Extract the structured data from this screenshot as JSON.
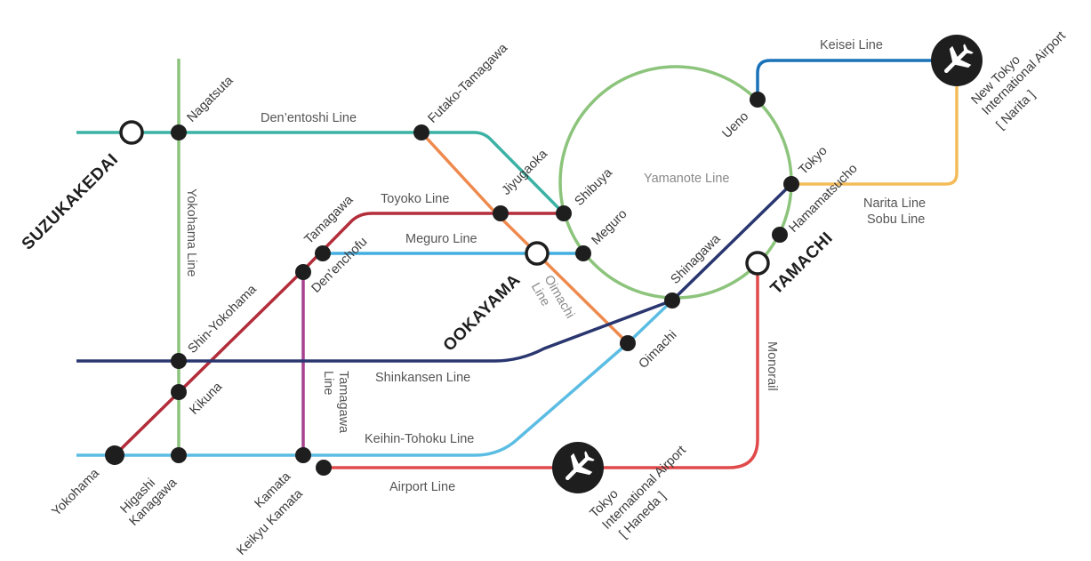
{
  "colors": {
    "denentoshi": "#3bb2a4",
    "yokohama": "#8cc47c",
    "yamanote": "#8cc47c",
    "toyoko": "#b32d3a",
    "meguro": "#45aee0",
    "oimachi": "#ef8a4e",
    "shinkansen": "#2a3670",
    "keihin": "#5bbde3",
    "tamagawa": "#a6428f",
    "airport": "#e04a4a",
    "monorail": "#e04a4a",
    "keisei": "#1a72b8",
    "narita": "#f4bb5a",
    "station": "#1e1e1e"
  },
  "lines": {
    "denentoshi": "Den’entoshi Line",
    "yokohama": "Yokohama Line",
    "toyoko": "Toyoko Line",
    "meguro": "Meguro Line",
    "oimachi": "Oimachi Line",
    "shinkansen": "Shinkansen Line",
    "keihin": "Keihin-Tohoku Line",
    "tamagawa": "Tamagawa Line",
    "airport": "Airport Line",
    "monorail": "Monorail",
    "yamanote": "Yamanote Line",
    "keisei": "Keisei Line",
    "narita": "Narita Line",
    "sobu": "Sobu Line"
  },
  "hubs": {
    "suzukakedai": "SUZUKAKEDAI",
    "ookayama": "OOKAYAMA",
    "tamachi": "TAMACHI"
  },
  "stations": {
    "nagatsuta": "Nagatsuta",
    "futako": "Futako-Tamagawa",
    "jiyugaoka": "Jiyugaoka",
    "shibuya": "Shibuya",
    "meguro": "Meguro",
    "tamagawa": "Tamagawa",
    "denenchofu": "Den’enchofu",
    "shinyokohama": "Shin-Yokohama",
    "kikuna": "Kikuna",
    "yokohama": "Yokohama",
    "higashi1": "Higashi",
    "higashi2": "Kanagawa",
    "kamata": "Kamata",
    "keikyukamata": "Keikyu Kamata",
    "oimachi": "Oimachi",
    "shinagawa": "Shinagawa",
    "hamamatsucho": "Hamamatsucho",
    "tokyo": "Tokyo",
    "ueno": "Ueno"
  },
  "airports": {
    "haneda": [
      "Tokyo",
      "International Airport",
      "[ Haneda ]"
    ],
    "narita": [
      "New Tokyo",
      "International Airport",
      "[ Narita ]"
    ],
    "icon": "airplane-icon"
  }
}
